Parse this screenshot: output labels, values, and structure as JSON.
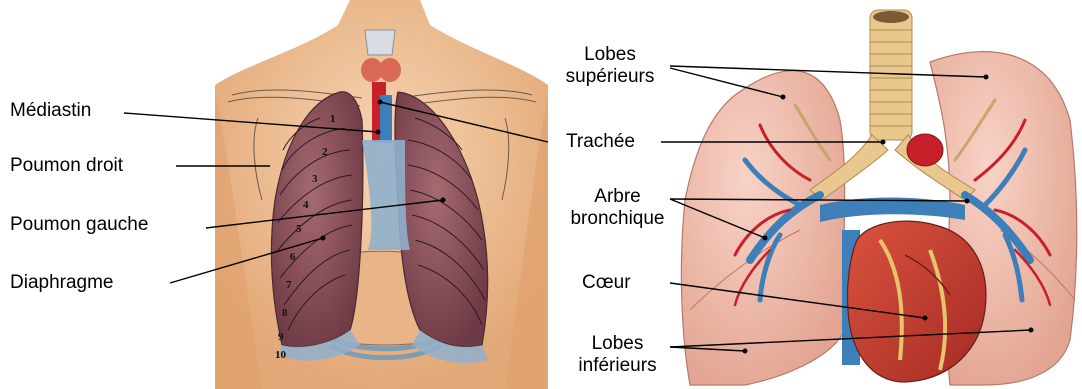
{
  "left_panel": {
    "labels": {
      "mediastin": "Médiastin",
      "poumon_droit": "Poumon droit",
      "poumon_gauche": "Poumon gauche",
      "diaphragme": "Diaphragme"
    },
    "rib_numbers": [
      "1",
      "2",
      "3",
      "4",
      "5",
      "6",
      "7",
      "8",
      "9",
      "10"
    ]
  },
  "right_panel": {
    "labels": {
      "lobes_superieurs_1": "Lobes",
      "lobes_superieurs_2": "supérieurs",
      "trachee": "Trachée",
      "arbre_1": "Arbre",
      "arbre_2": "bronchique",
      "coeur": "Cœur",
      "lobes_inferieurs_1": "Lobes",
      "lobes_inferieurs_2": "inférieurs"
    }
  },
  "colors": {
    "skin": "#f2c9a0",
    "lung_left_panel": "#8a4f5a",
    "lung_pink": "#f0b7a8",
    "artery_red": "#c8202a",
    "vein_blue": "#3d7fb8",
    "trachea": "#e9c88e",
    "diaphragm_blue": "#8fb0cc"
  }
}
